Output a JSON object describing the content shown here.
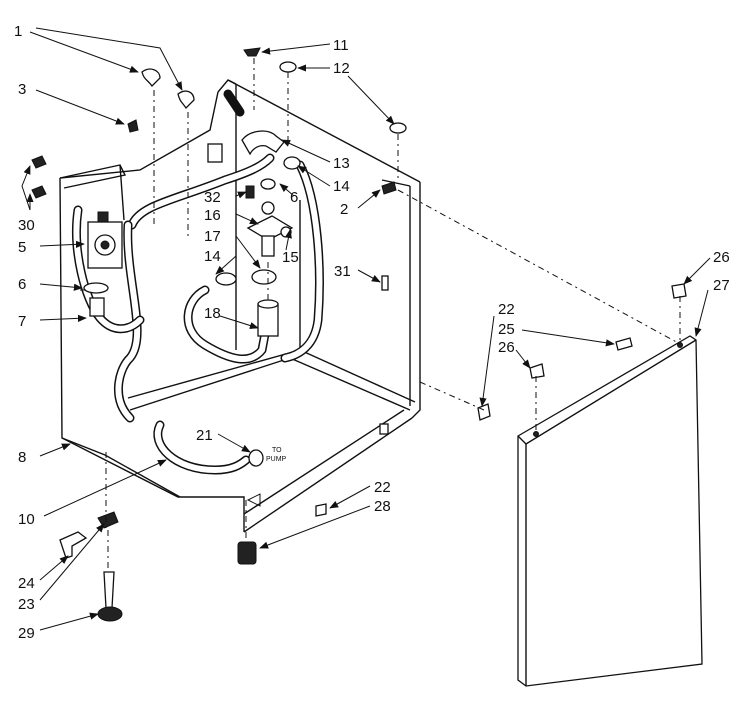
{
  "callouts": [
    "1",
    "3",
    "30",
    "5",
    "6",
    "7",
    "8",
    "10",
    "24",
    "23",
    "29",
    "11",
    "12",
    "13",
    "14",
    "6",
    "2",
    "32",
    "16",
    "17",
    "15",
    "14",
    "31",
    "18",
    "21",
    "22",
    "28",
    "22",
    "25",
    "26",
    "26",
    "27"
  ],
  "pump_note": [
    "TO",
    "PUMP"
  ]
}
